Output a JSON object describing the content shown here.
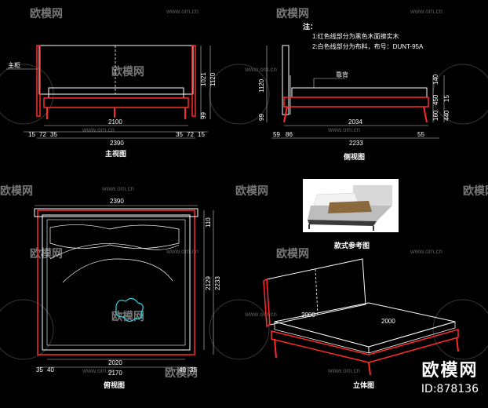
{
  "notes": {
    "heading": "注：",
    "line1": "1:红色线部分为黑色木面擦实木",
    "line2": "2:白色线部分为布料，布号：DUNT-95A"
  },
  "views": {
    "front_title": "主视图",
    "side_title": "侧视图",
    "top_title": "俯视图",
    "photo_title": "款式参考图",
    "iso_title": "立体图"
  },
  "labels": {
    "front_callout": "主柜",
    "side_callout": "靠背"
  },
  "front_dims": {
    "d2100": "2100",
    "d2390": "2390",
    "d1021": "1021",
    "d1120": "1120",
    "d99": "99",
    "b15": "15",
    "b72": "72",
    "b35": "35",
    "b35r": "35",
    "b72r": "72",
    "b15r": "15"
  },
  "side_dims": {
    "d2034": "2034",
    "d2233": "2233",
    "d1120": "1120",
    "d99": "99",
    "b59": "59",
    "b86": "86",
    "b55": "55",
    "r140": "140",
    "r15": "15",
    "r450": "450",
    "r160": "160",
    "r440": "440"
  },
  "top_dims": {
    "d2390": "2390",
    "d2020": "2020",
    "d2170": "2170",
    "d110": "110",
    "d2129": "2129",
    "d2233": "2233",
    "b35": "35",
    "b40": "40",
    "b40r": "40",
    "b35r": "35"
  },
  "iso_dims": {
    "d2000a": "2000",
    "d2000b": "2000"
  },
  "watermark": {
    "brand": "欧模网",
    "url": "www.om.cn"
  },
  "badge": {
    "name": "欧模网",
    "id": "ID:878136"
  },
  "colors": {
    "frame": "#ff2a2a",
    "fabric": "#ffffff",
    "dimension": "#cfcfcf",
    "background": "#000000"
  }
}
